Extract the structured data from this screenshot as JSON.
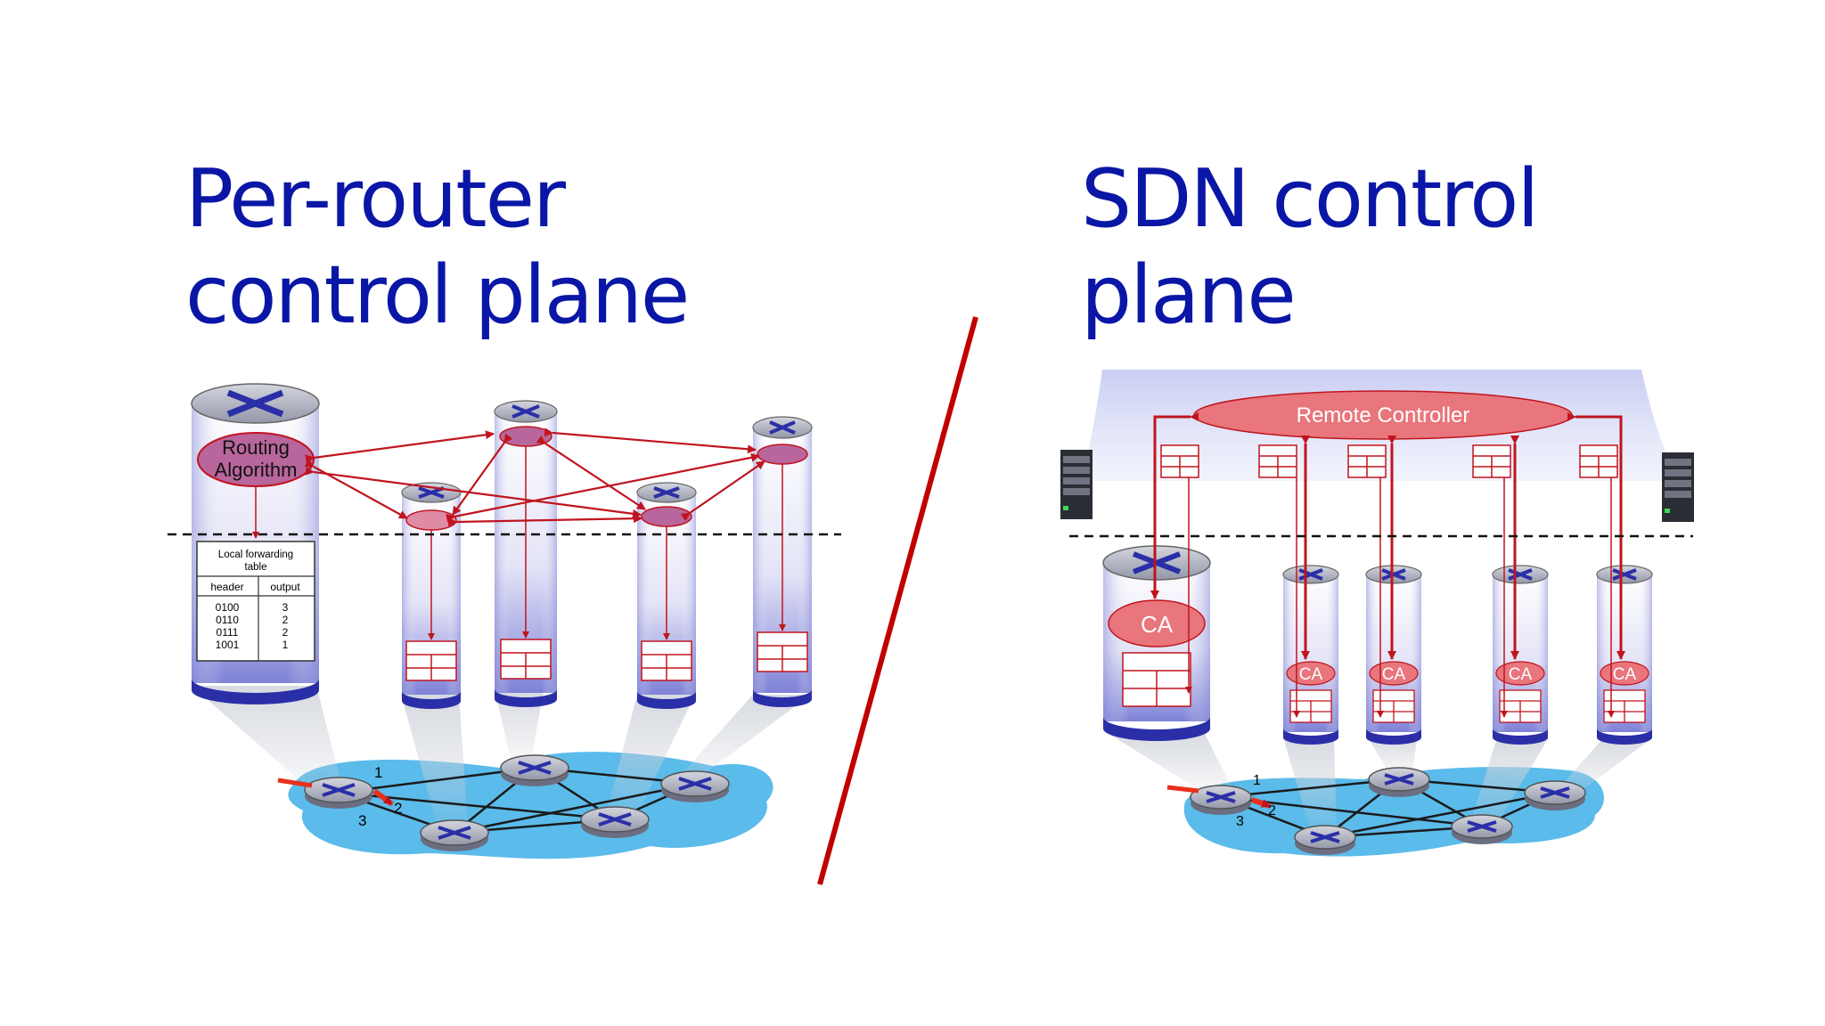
{
  "left": {
    "title_line1": "Per-router",
    "title_line2": "control plane",
    "routing_label_line1": "Routing",
    "routing_label_line2": "Algorithm",
    "table": {
      "caption_line1": "Local forwarding",
      "caption_line2": "table",
      "col_header": "header",
      "col_output": "output",
      "rows": [
        {
          "header": "0100",
          "output": "3"
        },
        {
          "header": "0110",
          "output": "2"
        },
        {
          "header": "0111",
          "output": "2"
        },
        {
          "header": "1001",
          "output": "1"
        }
      ]
    },
    "port_labels": [
      "1",
      "2",
      "3"
    ]
  },
  "right": {
    "title_line1": "SDN control",
    "title_line2": "plane",
    "controller_label": "Remote Controller",
    "agent_label": "CA",
    "port_labels": [
      "1",
      "2",
      "3"
    ]
  },
  "colors": {
    "title": "#0a16a6",
    "divider": "#c00000",
    "arrows": "#c0141e",
    "agent_fill": "#e8767c",
    "network_blob": "#49b4e8"
  }
}
